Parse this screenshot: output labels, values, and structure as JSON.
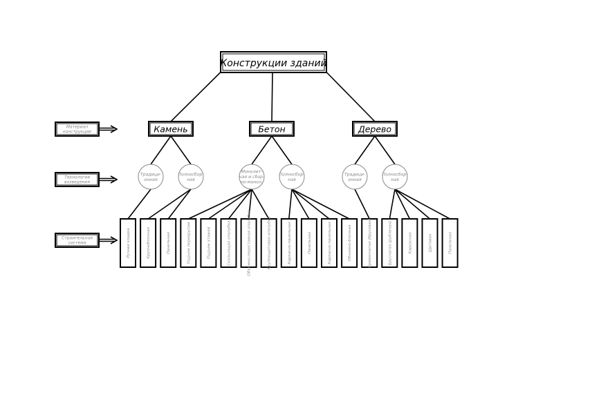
{
  "root": {
    "label": "Конструкции зданий"
  },
  "row_labels": [
    {
      "id": "material",
      "lines": [
        "Материал",
        "конструкции"
      ]
    },
    {
      "id": "technology",
      "lines": [
        "Технология",
        "возведения"
      ]
    },
    {
      "id": "system",
      "lines": [
        "Строительная",
        "система"
      ]
    }
  ],
  "materials": [
    {
      "label": "Камень",
      "technologies": [
        {
          "lines": [
            "Традици-",
            "онная"
          ],
          "systems": [
            0
          ]
        },
        {
          "lines": [
            "Полносбор-",
            "ная"
          ],
          "systems": [
            1,
            2
          ]
        }
      ]
    },
    {
      "label": "Бетон",
      "technologies": [
        {
          "lines": [
            "Монолит-",
            "ная и сбор-",
            "но-монол."
          ],
          "systems": [
            3,
            4,
            5,
            6,
            7
          ]
        },
        {
          "lines": [
            "Полносбор-",
            "ная"
          ],
          "systems": [
            8,
            9,
            10,
            11
          ]
        }
      ]
    },
    {
      "label": "Дерево",
      "technologies": [
        {
          "lines": [
            "Традици-",
            "онная"
          ],
          "systems": [
            12
          ]
        },
        {
          "lines": [
            "Полносбор-",
            "ная"
          ],
          "systems": [
            13,
            14,
            15,
            16
          ]
        }
      ]
    }
  ],
  "systems": [
    "Ручная кладка",
    "Крупноблочная",
    "Панельная",
    "Подъем перекрытий",
    "Подъем этажей",
    "Скользящая опалубка",
    "Объемно-переставная опалубка",
    "Крупнощитовая опалубка",
    "Каркасно-панельная",
    "Панельная",
    "Каркасно-панельная",
    "Объемно-блочная",
    "Бревенчатая (брусовая)",
    "Брусчатая (рубленая)",
    "Каркасная",
    "Щитовая",
    "Панельная"
  ]
}
